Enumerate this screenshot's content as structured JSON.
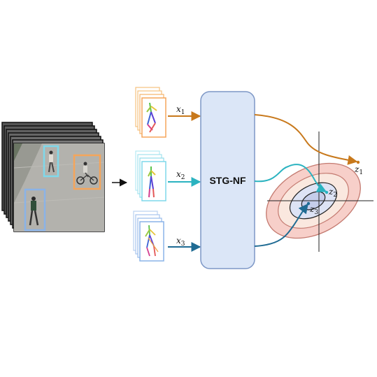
{
  "model": {
    "label": "STG-NF"
  },
  "inputs": [
    {
      "var": "x",
      "sub": "1",
      "color": "#c8791c"
    },
    {
      "var": "x",
      "sub": "2",
      "color": "#2bb3c0"
    },
    {
      "var": "x",
      "sub": "3",
      "color": "#1f6b93"
    }
  ],
  "latents": [
    {
      "var": "z",
      "sub": "1",
      "color": "#c8791c"
    },
    {
      "var": "z",
      "sub": "2",
      "color": "#2bb3c0"
    },
    {
      "var": "z",
      "sub": "3",
      "color": "#1f6b93"
    }
  ],
  "colors": {
    "block_fill": "#dbe6f7",
    "block_stroke": "#7d97c6",
    "ring_outer": "#f7cfc9",
    "ring_mid": "#fae8df",
    "ring_inner": "#dde3f5",
    "ring_core": "#c5cdea",
    "box_orange": "#f5a55b",
    "box_cyan": "#7fd8ea",
    "box_blue": "#8ab3e8"
  }
}
